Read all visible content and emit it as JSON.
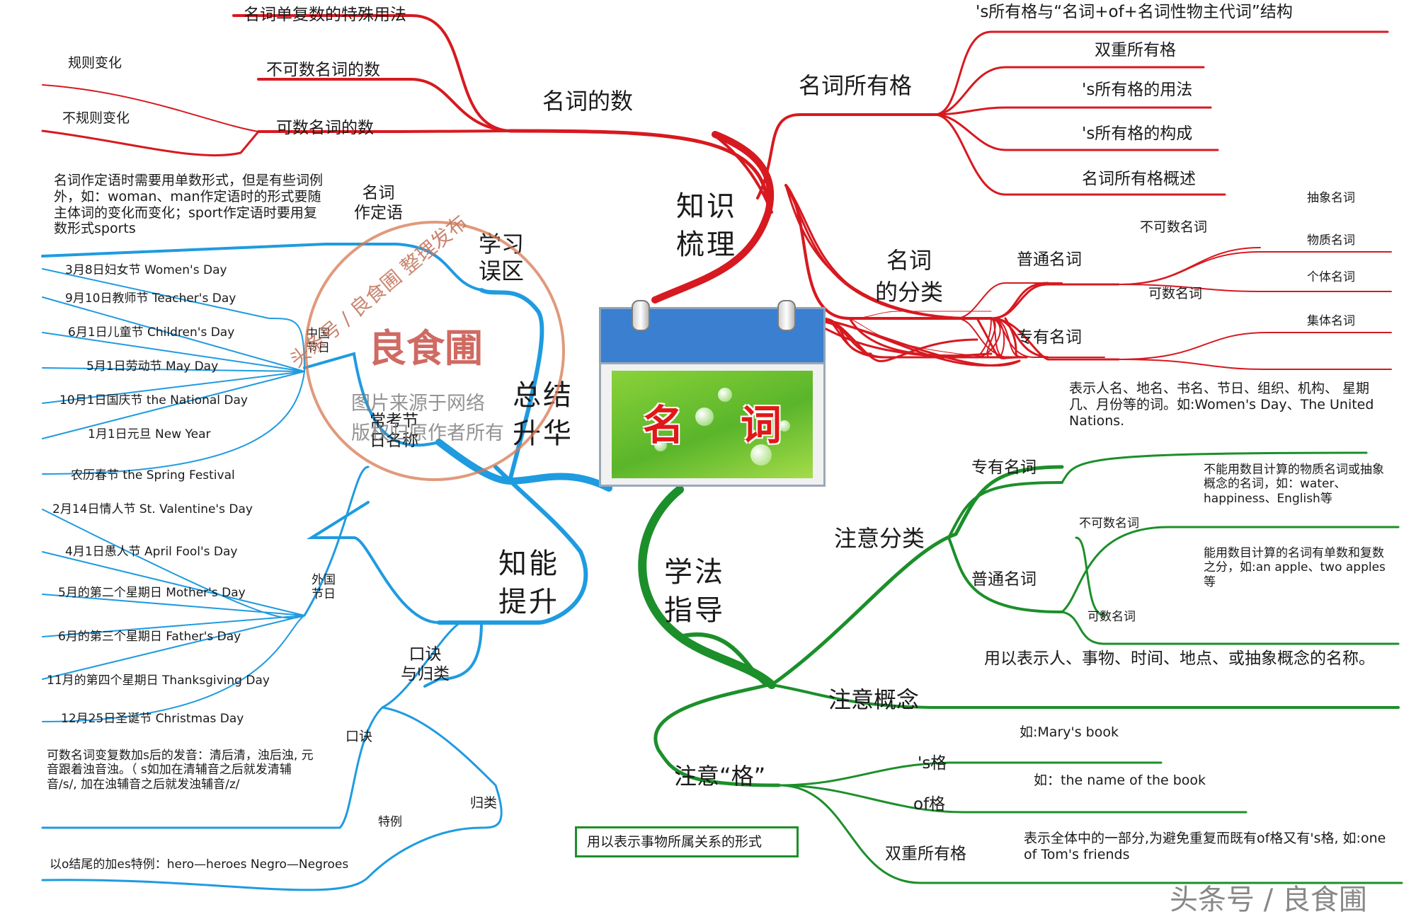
{
  "center": {
    "label_a": "名",
    "label_b": "词"
  },
  "branches": {
    "zhishi": "知识\n梳理",
    "xuefa": "学法\n指导",
    "zhineng": "知能\n提升",
    "zongjie": "总结\n升华",
    "xuexi": "学习\n误区",
    "koujue": "口诀\n与归类"
  },
  "red": {
    "shu": "名词的数",
    "shu_special": "名词单复数的特殊用法",
    "shu_uncount": "不可数名词的数",
    "shu_count": "可数名词的数",
    "rule_change": "规则变化",
    "irregular_change": "不规则变化",
    "possessive": "名词所有格",
    "poss_of": "'s所有格与“名词+of+名词性物主代词”结构",
    "poss_double": "双重所有格",
    "poss_usage": "'s所有格的用法",
    "poss_form": "'s所有格的构成",
    "poss_overview": "名词所有格概述",
    "classify": "名词\n的分类",
    "common": "普通名词",
    "proper": "专有名词",
    "uncount": "不可数名词",
    "count": "可数名词",
    "abstract": "抽象名词",
    "material": "物质名词",
    "individual": "个体名词",
    "collective": "集体名词"
  },
  "green": {
    "attn_class": "注意分类",
    "proper": "专有名词",
    "proper_desc": "表示人名、地名、书名、节日、组织、机构、 星期几、月份等的词。如:Women's Day、The United  Nations.",
    "common": "普通名词",
    "uncount": "不可数名词",
    "uncount_desc": "不能用数目计算的物质名词或抽象概念的名词，如：water、happiness、English等",
    "count": "可数名词",
    "count_desc": "能用数目计算的名词有单数和复数之分，如:an apple、two apples 等",
    "attn_concept": "注意概念",
    "concept_desc": "用以表示人、事物、时间、地点、或抽象概念的名称。",
    "attn_case": "注意“格”",
    "s_case": "'s格",
    "s_case_example": "如:Mary's book",
    "of_case": "of格",
    "of_case_example": "如：the  name of the book",
    "double_case": "双重所有格",
    "double_desc": "表示全体中的一部分,为避免重复而既有of格又有's格, 如:one of Tom's friends",
    "callout": "用以表示事物所属关系的形式"
  },
  "blue": {
    "attributive": "名词\n作定语",
    "attributive_desc": "名词作定语时需要用单数形式，但是有些词例外，如：woman、man作定语时的形式要随主体词的变化而变化；sport作定语时要用复数形式sports",
    "festival": "常考节\n日名称",
    "china_holidays": "中国\n节日",
    "foreign_holidays": "外国\n节日",
    "china_list": [
      "3月8日妇女节  Women's   Day",
      "9月10日教师节  Teacher's Day",
      "6月1日儿童节  Children's Day",
      "5月1日劳动节 May Day",
      "10月1日国庆节   the National Day",
      "1月1日元旦  New Year",
      "农历春节   the Spring Festival"
    ],
    "foreign_list": [
      "2月14日情人节  St. Valentine's Day",
      "4月1日愚人节  April Fool's Day",
      "5月的第二个星期日  Mother's Day",
      "6月的第三个星期日   Father's Day",
      "11月的第四个星期日  Thanksgiving Day",
      "12月25日圣诞节  Christmas Day"
    ],
    "koujue": "口诀",
    "koujue_desc": "可数名词变复数加s后的发音：清后清，浊后浊, 元音跟着浊音浊。（ s如加在清辅音之后就发清辅音/s/,  加在浊辅音之后就发浊辅音/z/",
    "guilei": "归类",
    "teli": "特例",
    "teli_desc": "以o结尾的加es特例：hero—heroes  Negro—Negroes"
  },
  "watermark": {
    "ring": "头条号 / 良食圃 整理发布",
    "core": "良食圃",
    "line1": "图片来源于网络",
    "line2": "版权归原作者所有",
    "footer": "头条号 / 良食圃"
  },
  "colors": {
    "red": "#d71920",
    "green": "#1c8f2a",
    "blue": "#1f9be0"
  }
}
